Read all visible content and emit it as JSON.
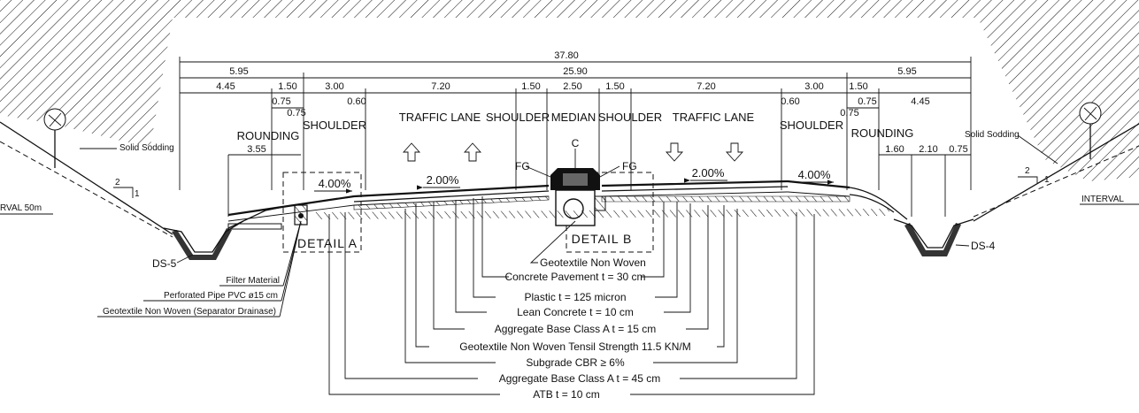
{
  "dimensions": {
    "total": "37.80",
    "left_zone": "5.95",
    "carriageway": "25.90",
    "right_zone": "5.95",
    "segments_top": [
      "4.45",
      "1.50",
      "3.00",
      "7.20",
      "1.50",
      "2.50",
      "1.50",
      "7.20",
      "3.00",
      "1.50",
      "4.45"
    ],
    "sub": {
      "l075a": "0.75",
      "l075b": "0.75",
      "l060": "0.60",
      "r060": "0.60",
      "r075a": "0.75",
      "r075b": "0.75",
      "l355": "3.55",
      "r160": "1.60",
      "r210": "2.10",
      "r075c": "0.75"
    }
  },
  "zones": {
    "rounding_left": "ROUNDING",
    "shoulder_left": "SHOULDER",
    "traffic_lane_left": "TRAFFIC  LANE",
    "shoulder_mid_left": "SHOULDER",
    "median": "MEDIAN",
    "shoulder_mid_right": "SHOULDER",
    "traffic_lane_right": "TRAFFIC  LANE",
    "shoulder_right": "SHOULDER",
    "rounding_right": "ROUNDING"
  },
  "slopes": {
    "left_shoulder": "4.00%",
    "left_lane": "2.00%",
    "right_lane": "2.00%",
    "right_shoulder": "4.00%",
    "side_left": "2",
    "side_left_b": "1",
    "side_right": "2",
    "side_right_b": "1"
  },
  "marks": {
    "centerline": "C",
    "fg_left": "FG",
    "fg_right": "FG",
    "detail_a": "DETAIL  A",
    "detail_b": "DETAIL  B",
    "ds_left": "DS-5",
    "ds_right": "DS-4"
  },
  "edges": {
    "left": "RVAL 50m",
    "right": "INTERVAL"
  },
  "sodding": {
    "left": "Solid Sodding",
    "right": "Solid Sodding"
  },
  "drain_labels": [
    "Filter Material",
    "Perforated Pipe PVC ø15 cm",
    "Geotextile Non Woven (Separator Drainase)"
  ],
  "layers": [
    "Geotextile Non Woven",
    "Concrete Pavement  t = 30 cm",
    "Plastic  t = 125 micron",
    "Lean Concrete  t = 10 cm",
    "Aggregate Base Class A  t = 15 cm",
    "Geotextile Non Woven Tensil Strength 11.5 KN/M",
    "Subgrade CBR ≥ 6%",
    "Aggregate Base Class A  t = 45 cm",
    "ATB  t = 10 cm"
  ],
  "colors": {
    "ink": "#111111",
    "paper": "#ffffff"
  }
}
